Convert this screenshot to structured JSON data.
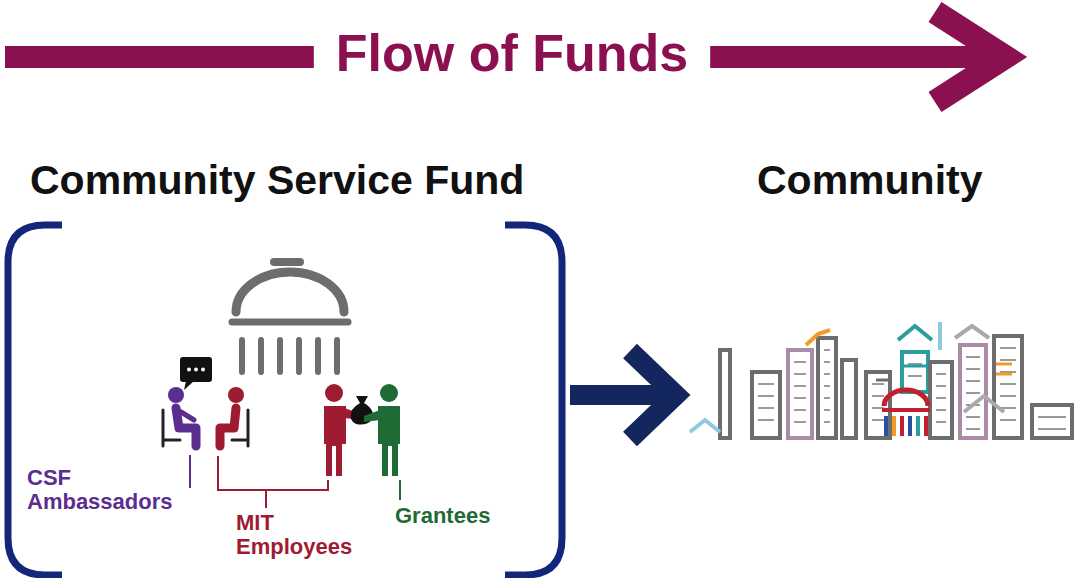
{
  "diagram": {
    "title": "Flow of Funds",
    "nodes": [
      {
        "text": [
          "Community Service Fund"
        ]
      },
      {
        "text": [
          "Community"
        ]
      }
    ],
    "edges": [
      {
        "from": 0,
        "to": 1,
        "arrow": "to"
      }
    ],
    "labels": [
      "CSF Ambassadors",
      "MIT Employees",
      "Grantees"
    ]
  }
}
